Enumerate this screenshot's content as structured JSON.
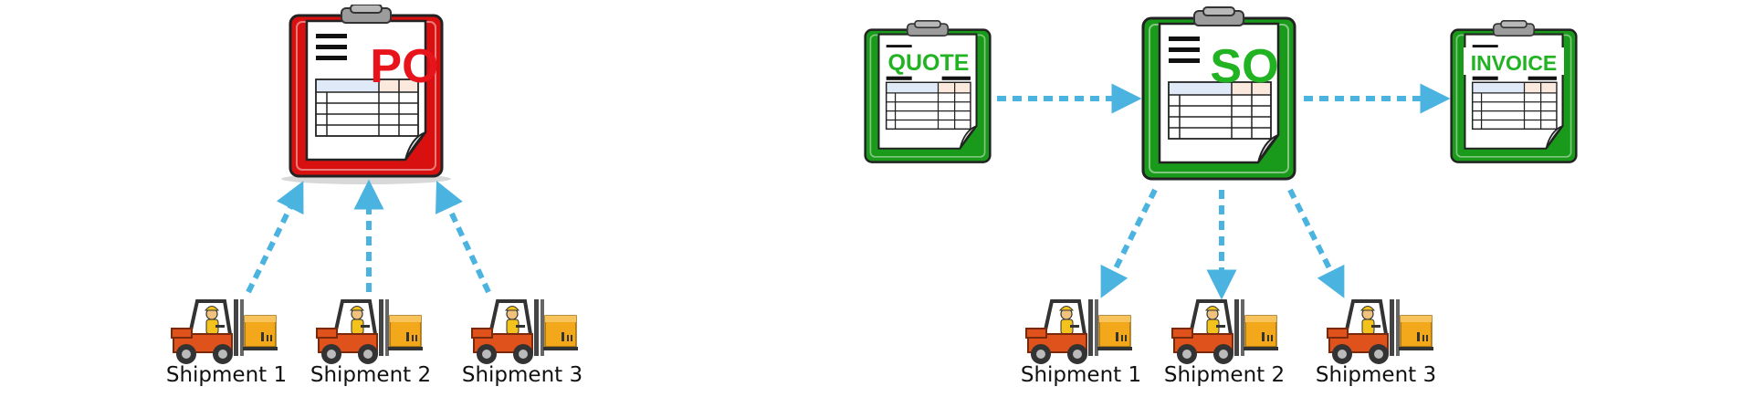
{
  "left_group": {
    "document": {
      "title": "PO",
      "frame_color": "#d81010",
      "title_color": "#e8141c"
    },
    "shipments": [
      {
        "label": "Shipment 1"
      },
      {
        "label": "Shipment 2"
      },
      {
        "label": "Shipment 3"
      }
    ]
  },
  "right_group": {
    "quote": {
      "title": "QUOTE",
      "frame_color": "#1a9a1a",
      "title_color": "#22b322"
    },
    "sales_order": {
      "title": "SO",
      "frame_color": "#1a9a1a",
      "title_color": "#22b322"
    },
    "invoice": {
      "title": "INVOICE",
      "frame_color": "#1a9a1a",
      "title_color": "#22b322"
    },
    "shipments": [
      {
        "label": "Shipment 1"
      },
      {
        "label": "Shipment 2"
      },
      {
        "label": "Shipment 3"
      }
    ]
  },
  "colors": {
    "arrow": "#4ab3e0",
    "forklift_body": "#e0521c",
    "box": "#f3a81c"
  }
}
